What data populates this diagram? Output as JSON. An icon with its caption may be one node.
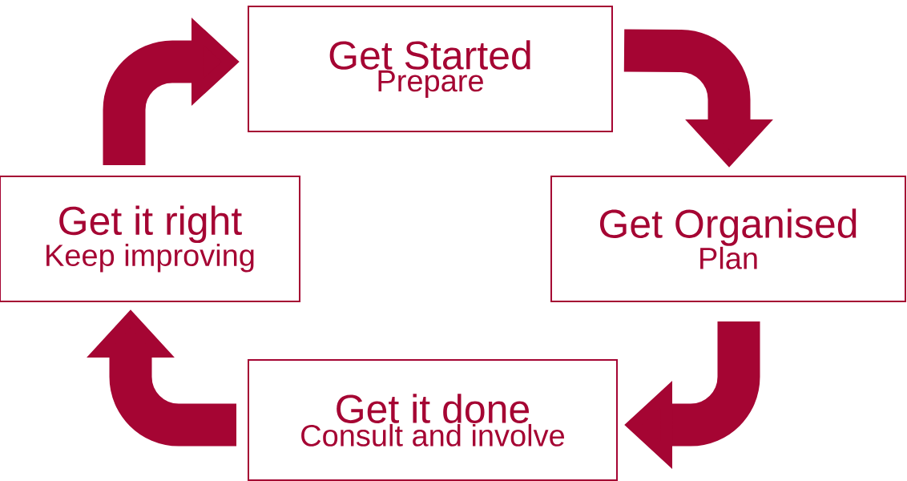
{
  "diagram": {
    "nodes": [
      {
        "text": [
          "Get Started",
          "Prepare"
        ]
      },
      {
        "text": [
          "Get Organised",
          "Plan"
        ]
      },
      {
        "text": [
          "Get it done",
          "Consult and involve"
        ]
      },
      {
        "text": [
          "Get it right",
          "Keep improving"
        ]
      }
    ],
    "edges": [
      {
        "from": 0,
        "to": 1,
        "arrow": "to"
      },
      {
        "from": 1,
        "to": 2,
        "arrow": "to"
      },
      {
        "from": 2,
        "to": 3,
        "arrow": "to"
      },
      {
        "from": 3,
        "to": 0,
        "arrow": "to"
      }
    ]
  }
}
